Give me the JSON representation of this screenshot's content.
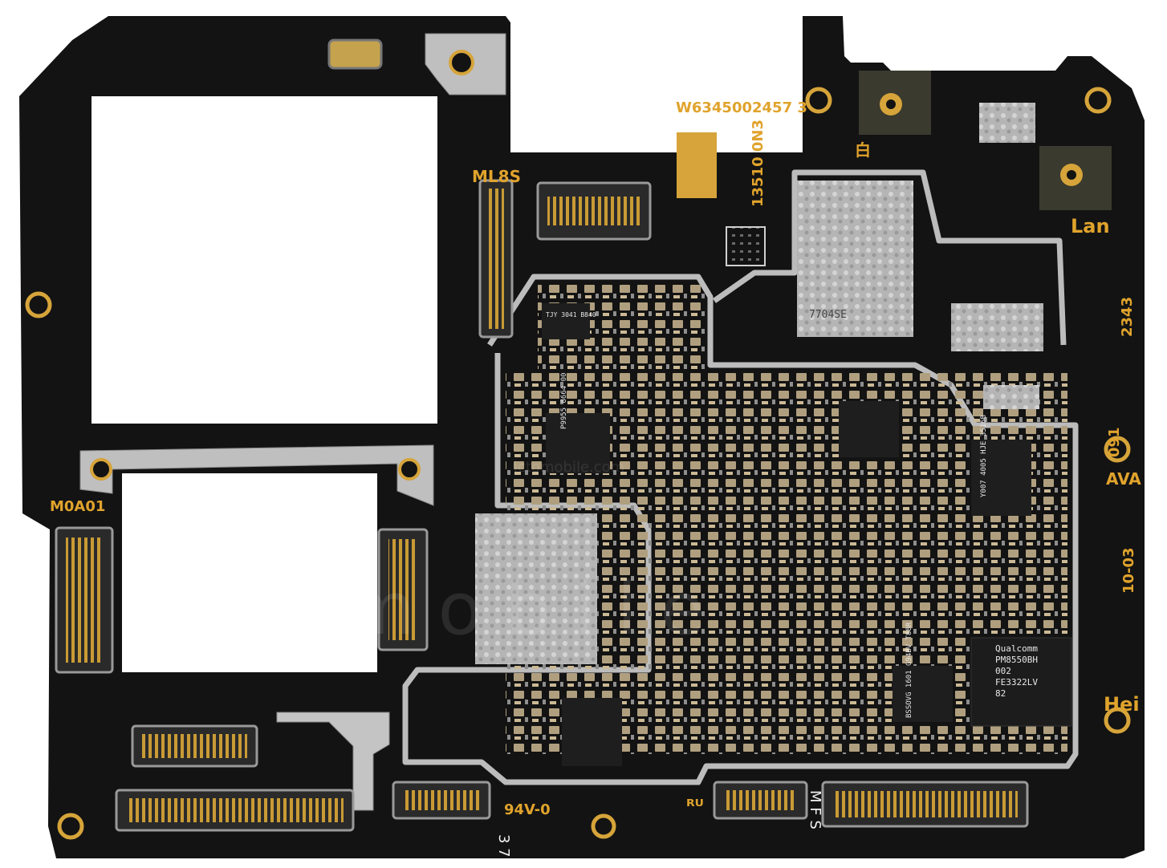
{
  "silkscreen": {
    "model_top": "ML8S",
    "model_left": "M0A01",
    "serial_vertical": "W6345002457 3",
    "board_code": "13510 0N3",
    "lan": "Lan",
    "hei": "Hei",
    "ava": "AVA",
    "code_091": "091",
    "code_2343": "2343",
    "code_1003": "10-03",
    "bai": "白",
    "flame_rating": "94V-0",
    "digits_37": "3 7",
    "letters_mfs": "M F S",
    "ur_mark": "ᴿᵁ"
  },
  "chips": {
    "pmic_lines": [
      "Qualcomm",
      "PM8550BH",
      "002",
      "FE3322LV",
      "82"
    ],
    "rf_chip": "7704SE",
    "chip_p": "P9955\n8664\n00",
    "chip_a": "BSSOVG\n1601\nG94BV\nT88R",
    "chip_small": "TJY\n3041\nB840",
    "chip_y": "Y007\n4005\nHJE\n3516B"
  },
  "watermark": {
    "site": "ictomobile.com",
    "letters": "i c t o m o b i l e"
  },
  "colors": {
    "board": "#131313",
    "gold": "#d6a43a",
    "shield": "#bdbdbd",
    "component": "#b8a88c"
  }
}
